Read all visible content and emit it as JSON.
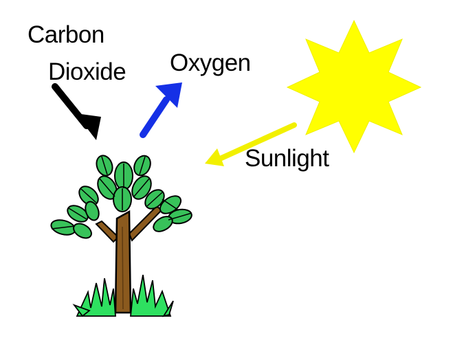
{
  "diagram": {
    "labels": {
      "carbon_dioxide_line1": "Carbon",
      "carbon_dioxide_line2": "Dioxide",
      "oxygen": "Oxygen",
      "sunlight": "Sunlight"
    },
    "colors": {
      "co2_arrow": "#000000",
      "oxygen_arrow": "#1530e6",
      "sunlight_arrow": "#f2f000",
      "sun": "#ffff00",
      "trunk": "#8b5a1e",
      "leaf": "#38c25a",
      "grass": "#2ee060"
    },
    "icons": {
      "sun": "sun-icon",
      "tree": "tree-icon"
    }
  }
}
